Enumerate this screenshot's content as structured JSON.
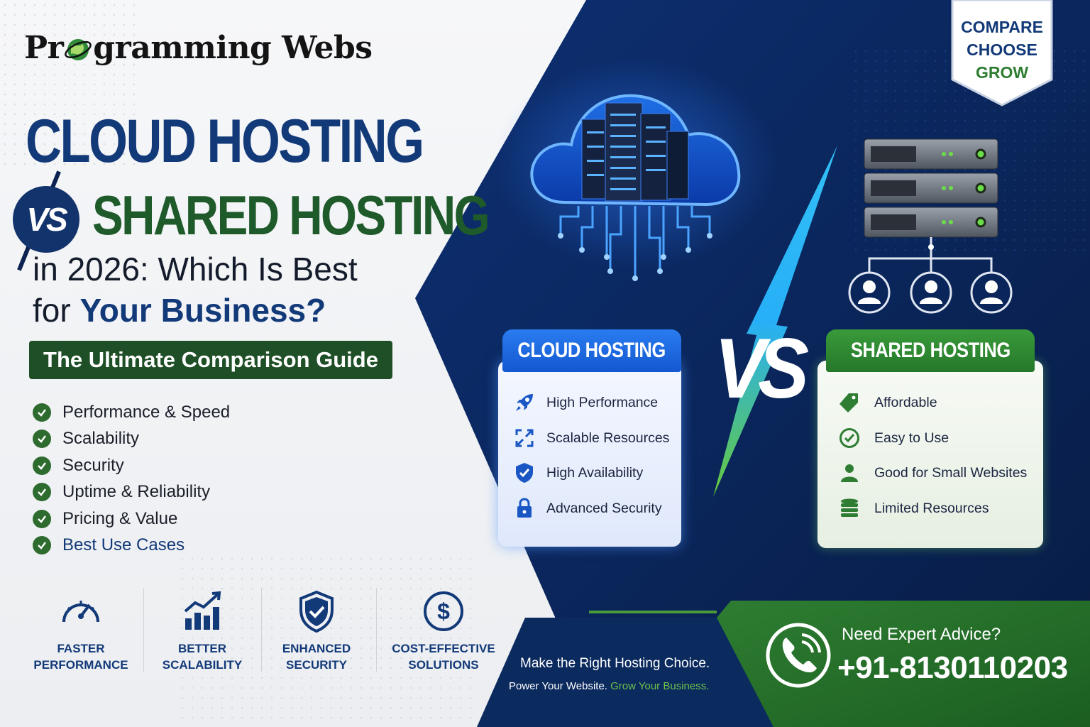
{
  "brand": {
    "logo_prefix": "Pr",
    "logo_suffix": "gramming Webs"
  },
  "hero": {
    "title_line1": "CLOUD HOSTING",
    "vs": "VS",
    "title_line2": "SHARED HOSTING",
    "subtitle_line1": "in 2026: Which Is Best",
    "subtitle_line2_prefix": "for ",
    "subtitle_line2_emphasis": "Your Business?",
    "guide": "The Ultimate Comparison Guide"
  },
  "checklist": [
    "Performance & Speed",
    "Scalability",
    "Security",
    "Uptime & Reliability",
    "Pricing & Value",
    "Best Use Cases"
  ],
  "features": [
    {
      "icon": "speedometer-icon",
      "label": "FASTER\nPERFORMANCE"
    },
    {
      "icon": "growth-chart-icon",
      "label": "BETTER\nSCALABILITY"
    },
    {
      "icon": "shield-check-icon",
      "label": "ENHANCED\nSECURITY"
    },
    {
      "icon": "dollar-coin-icon",
      "label": "COST-EFFECTIVE\nSOLUTIONS"
    }
  ],
  "badge": {
    "line1": "COMPARE",
    "line2": "CHOOSE",
    "line3": "GROW"
  },
  "cloud_card": {
    "title": "CLOUD HOSTING",
    "items": [
      {
        "icon": "rocket-icon",
        "label": "High Performance"
      },
      {
        "icon": "expand-arrows-icon",
        "label": "Scalable Resources"
      },
      {
        "icon": "shield-check-icon",
        "label": "High Availability"
      },
      {
        "icon": "lock-icon",
        "label": "Advanced Security"
      }
    ]
  },
  "shared_card": {
    "title": "SHARED HOSTING",
    "items": [
      {
        "icon": "price-tag-icon",
        "label": "Affordable"
      },
      {
        "icon": "check-circle-icon",
        "label": "Easy to Use"
      },
      {
        "icon": "user-icon",
        "label": "Good for Small Websites"
      },
      {
        "icon": "database-icon",
        "label": "Limited Resources"
      }
    ]
  },
  "vs_big": "VS",
  "cta": {
    "line1": "Make the Right Hosting Choice.",
    "line2_prefix": "Power Your Website. ",
    "line2_green": "Grow Your Business.",
    "advice": "Need Expert Advice?",
    "phone": "+91-8130110203"
  },
  "colors": {
    "navy": "#123978",
    "dark_navy": "#0b2a5e",
    "green": "#2e7d32",
    "dark_green": "#1f4f27",
    "cloud_blue": "#1e6ee0"
  }
}
